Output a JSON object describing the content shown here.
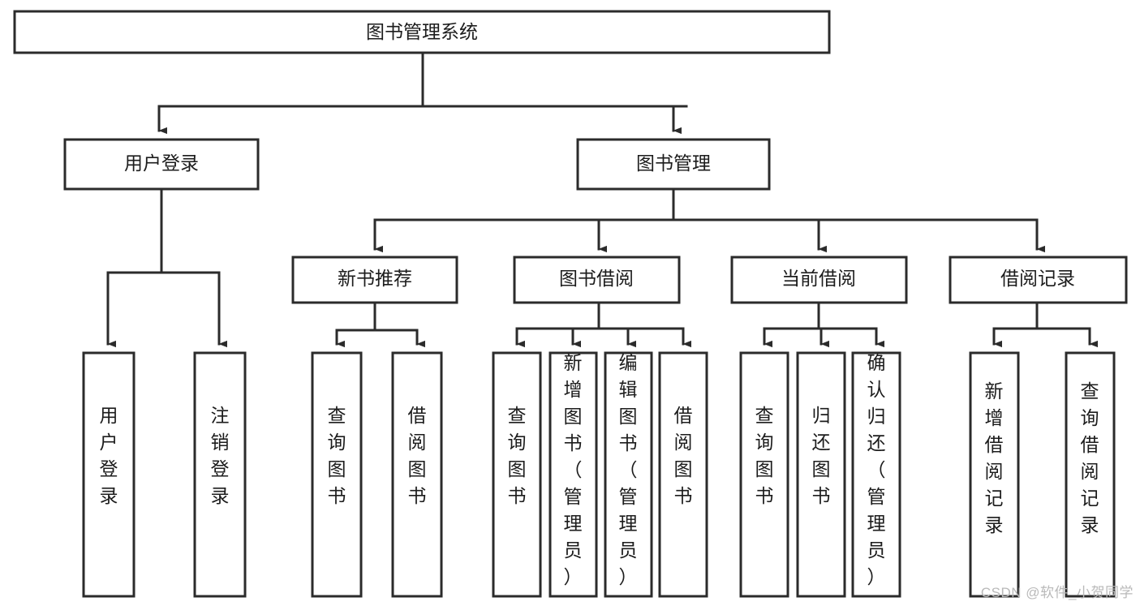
{
  "diagram": {
    "type": "tree-hierarchy-chart",
    "title": "图书管理系统",
    "background_color": "#ffffff",
    "line_color": "#2b2b2b",
    "text_color": "#1c1c1c",
    "watermark": "CSDN @软件_小贺同学",
    "root": {
      "label": "图书管理系统",
      "children": [
        {
          "label": "用户登录",
          "children": [
            {
              "label": "用户登录"
            },
            {
              "label": "注销登录"
            }
          ]
        },
        {
          "label": "图书管理",
          "children": [
            {
              "label": "新书推荐",
              "children": [
                {
                  "label": "查询图书"
                },
                {
                  "label": "借阅图书"
                }
              ]
            },
            {
              "label": "图书借阅",
              "children": [
                {
                  "label": "查询图书"
                },
                {
                  "label": "新增图书（管理员）"
                },
                {
                  "label": "编辑图书（管理员）"
                },
                {
                  "label": "借阅图书"
                }
              ]
            },
            {
              "label": "当前借阅",
              "children": [
                {
                  "label": "查询图书"
                },
                {
                  "label": "归还图书"
                },
                {
                  "label": "确认归还（管理员）"
                }
              ]
            },
            {
              "label": "借阅记录",
              "children": [
                {
                  "label": "新增借阅记录"
                },
                {
                  "label": "查询借阅记录"
                }
              ]
            }
          ]
        }
      ]
    },
    "nodes": {
      "root": "图书管理系统",
      "l1_user_login": "用户登录",
      "l1_book_mgmt": "图书管理",
      "l2_new_book": "新书推荐",
      "l2_borrow": "图书借阅",
      "l2_current": "当前借阅",
      "l2_record": "借阅记录",
      "leaf_user_login": "用户登录",
      "leaf_logout": "注销登录",
      "leaf_nb_query": "查询图书",
      "leaf_nb_borrow": "借阅图书",
      "leaf_bb_query": "查询图书",
      "leaf_bb_add": "新增图书（管理员）",
      "leaf_bb_edit": "编辑图书（管理员）",
      "leaf_bb_borrow": "借阅图书",
      "leaf_cb_query": "查询图书",
      "leaf_cb_return": "归还图书",
      "leaf_cb_confirm": "确认归还（管理员）",
      "leaf_rec_add": "新增借阅记录",
      "leaf_rec_query": "查询借阅记录"
    }
  }
}
